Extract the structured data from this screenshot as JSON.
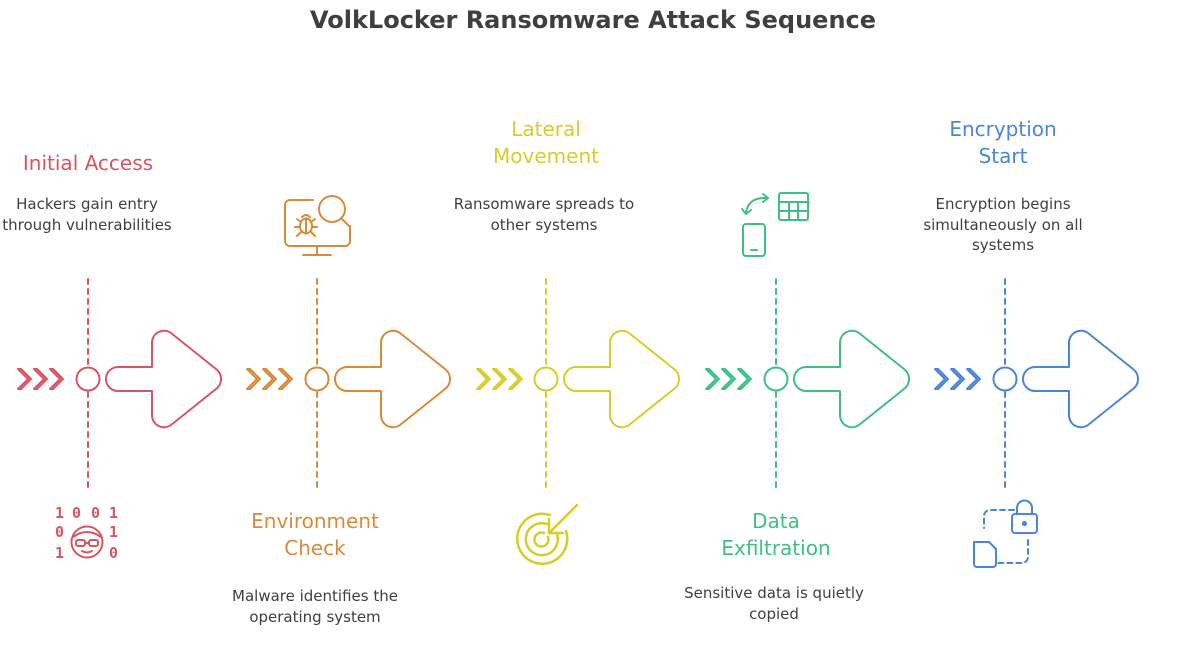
{
  "title": "VolkLocker Ransomware Attack Sequence",
  "steps": [
    {
      "title_lines": [
        "Initial Access"
      ],
      "description": "Hackers gain entry through vulnerabilities",
      "icon": "hacker-binary-icon",
      "color": "#d9555f"
    },
    {
      "title_lines": [
        "Environment",
        "Check"
      ],
      "description": "Malware identifies the operating system",
      "icon": "monitor-bug-search-icon",
      "color": "#d98a3a"
    },
    {
      "title_lines": [
        "Lateral",
        "Movement"
      ],
      "description": "Ransomware spreads to other systems",
      "icon": "target-arrow-icon",
      "color": "#d8cc2c"
    },
    {
      "title_lines": [
        "Data",
        "Exfiltration"
      ],
      "description": "Sensitive data is quietly copied",
      "icon": "phone-transfer-table-icon",
      "color": "#3fbf86"
    },
    {
      "title_lines": [
        "Encryption",
        "Start"
      ],
      "description": "Encryption begins simultaneously on all systems",
      "icon": "file-lock-icon",
      "color": "#4a86d6"
    }
  ]
}
